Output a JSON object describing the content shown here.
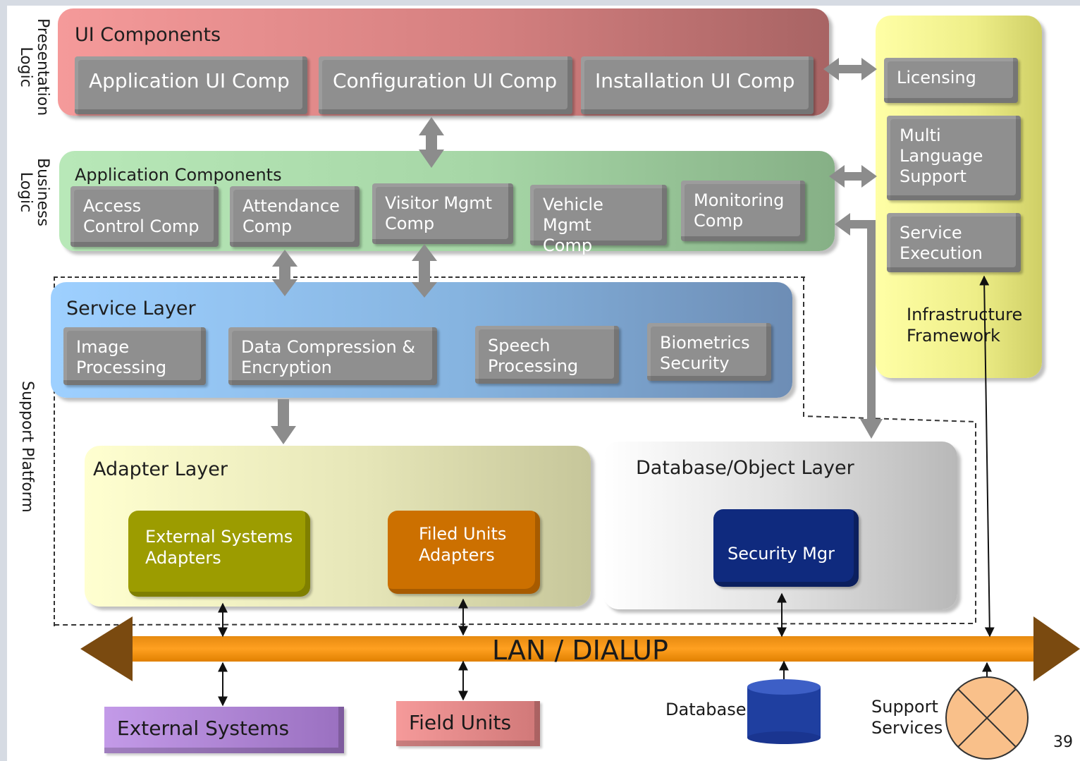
{
  "side_labels": {
    "presentation": "Presentation\nLogic",
    "business": "Business\nLogic",
    "support": "Support Platform"
  },
  "ui_layer": {
    "title": "UI Components",
    "components": [
      "Application UI Comp",
      "Configuration UI Comp",
      "Installation UI Comp"
    ]
  },
  "app_layer": {
    "title": "Application Components",
    "components": [
      {
        "line1": "Access",
        "line2": "Control Comp"
      },
      {
        "line1": "Attendance",
        "line2": "Comp"
      },
      {
        "line1": "Visitor Mgmt",
        "line2": "Comp"
      },
      {
        "line1": "Vehicle Mgmt",
        "line2": "Comp"
      },
      {
        "line1": "Monitoring",
        "line2": "Comp"
      }
    ]
  },
  "service_layer": {
    "title": "Service Layer",
    "components": [
      {
        "line1": "Image",
        "line2": "Processing"
      },
      {
        "line1": "Data Compression &",
        "line2": "Encryption"
      },
      {
        "line1": "Speech",
        "line2": "Processing"
      },
      {
        "line1": "Biometrics",
        "line2": "Security"
      }
    ]
  },
  "infra": {
    "title_line1": "Infrastructure",
    "title_line2": "Framework",
    "licensing": "Licensing",
    "multi": {
      "line1": "Multi",
      "line2": "Language",
      "line3": "Support"
    },
    "service_exec": {
      "line1": "Service",
      "line2": "Execution"
    }
  },
  "adapter_layer": {
    "title": "Adapter Layer",
    "external": {
      "line1": "External Systems",
      "line2": "Adapters"
    },
    "filed": {
      "line1": "Filed Units",
      "line2": "Adapters"
    }
  },
  "db_layer": {
    "title": "Database/Object Layer",
    "security": "Security Mgr"
  },
  "bus": {
    "label": "LAN / DIALUP"
  },
  "bottom": {
    "external_systems": "External Systems",
    "field_units": "Field Units",
    "database": "Database",
    "support_line1": "Support",
    "support_line2": "Services"
  },
  "page_number": "39",
  "colors": {
    "ui_layer": "#e98a8a",
    "app_layer": "#a9dca9",
    "service_layer": "#7fb2e6",
    "infra": "#eeee88",
    "external_adapter": "#9a9a00",
    "filed_adapter": "#cc7000",
    "security_mgr": "#102a7a",
    "bus": "#f08a00",
    "bus_arrow": "#7a4a10",
    "external_systems": "#b58ad8",
    "field_units": "#e88a8a",
    "database": "#1f3fa0",
    "support_services": "#f9c08a"
  }
}
